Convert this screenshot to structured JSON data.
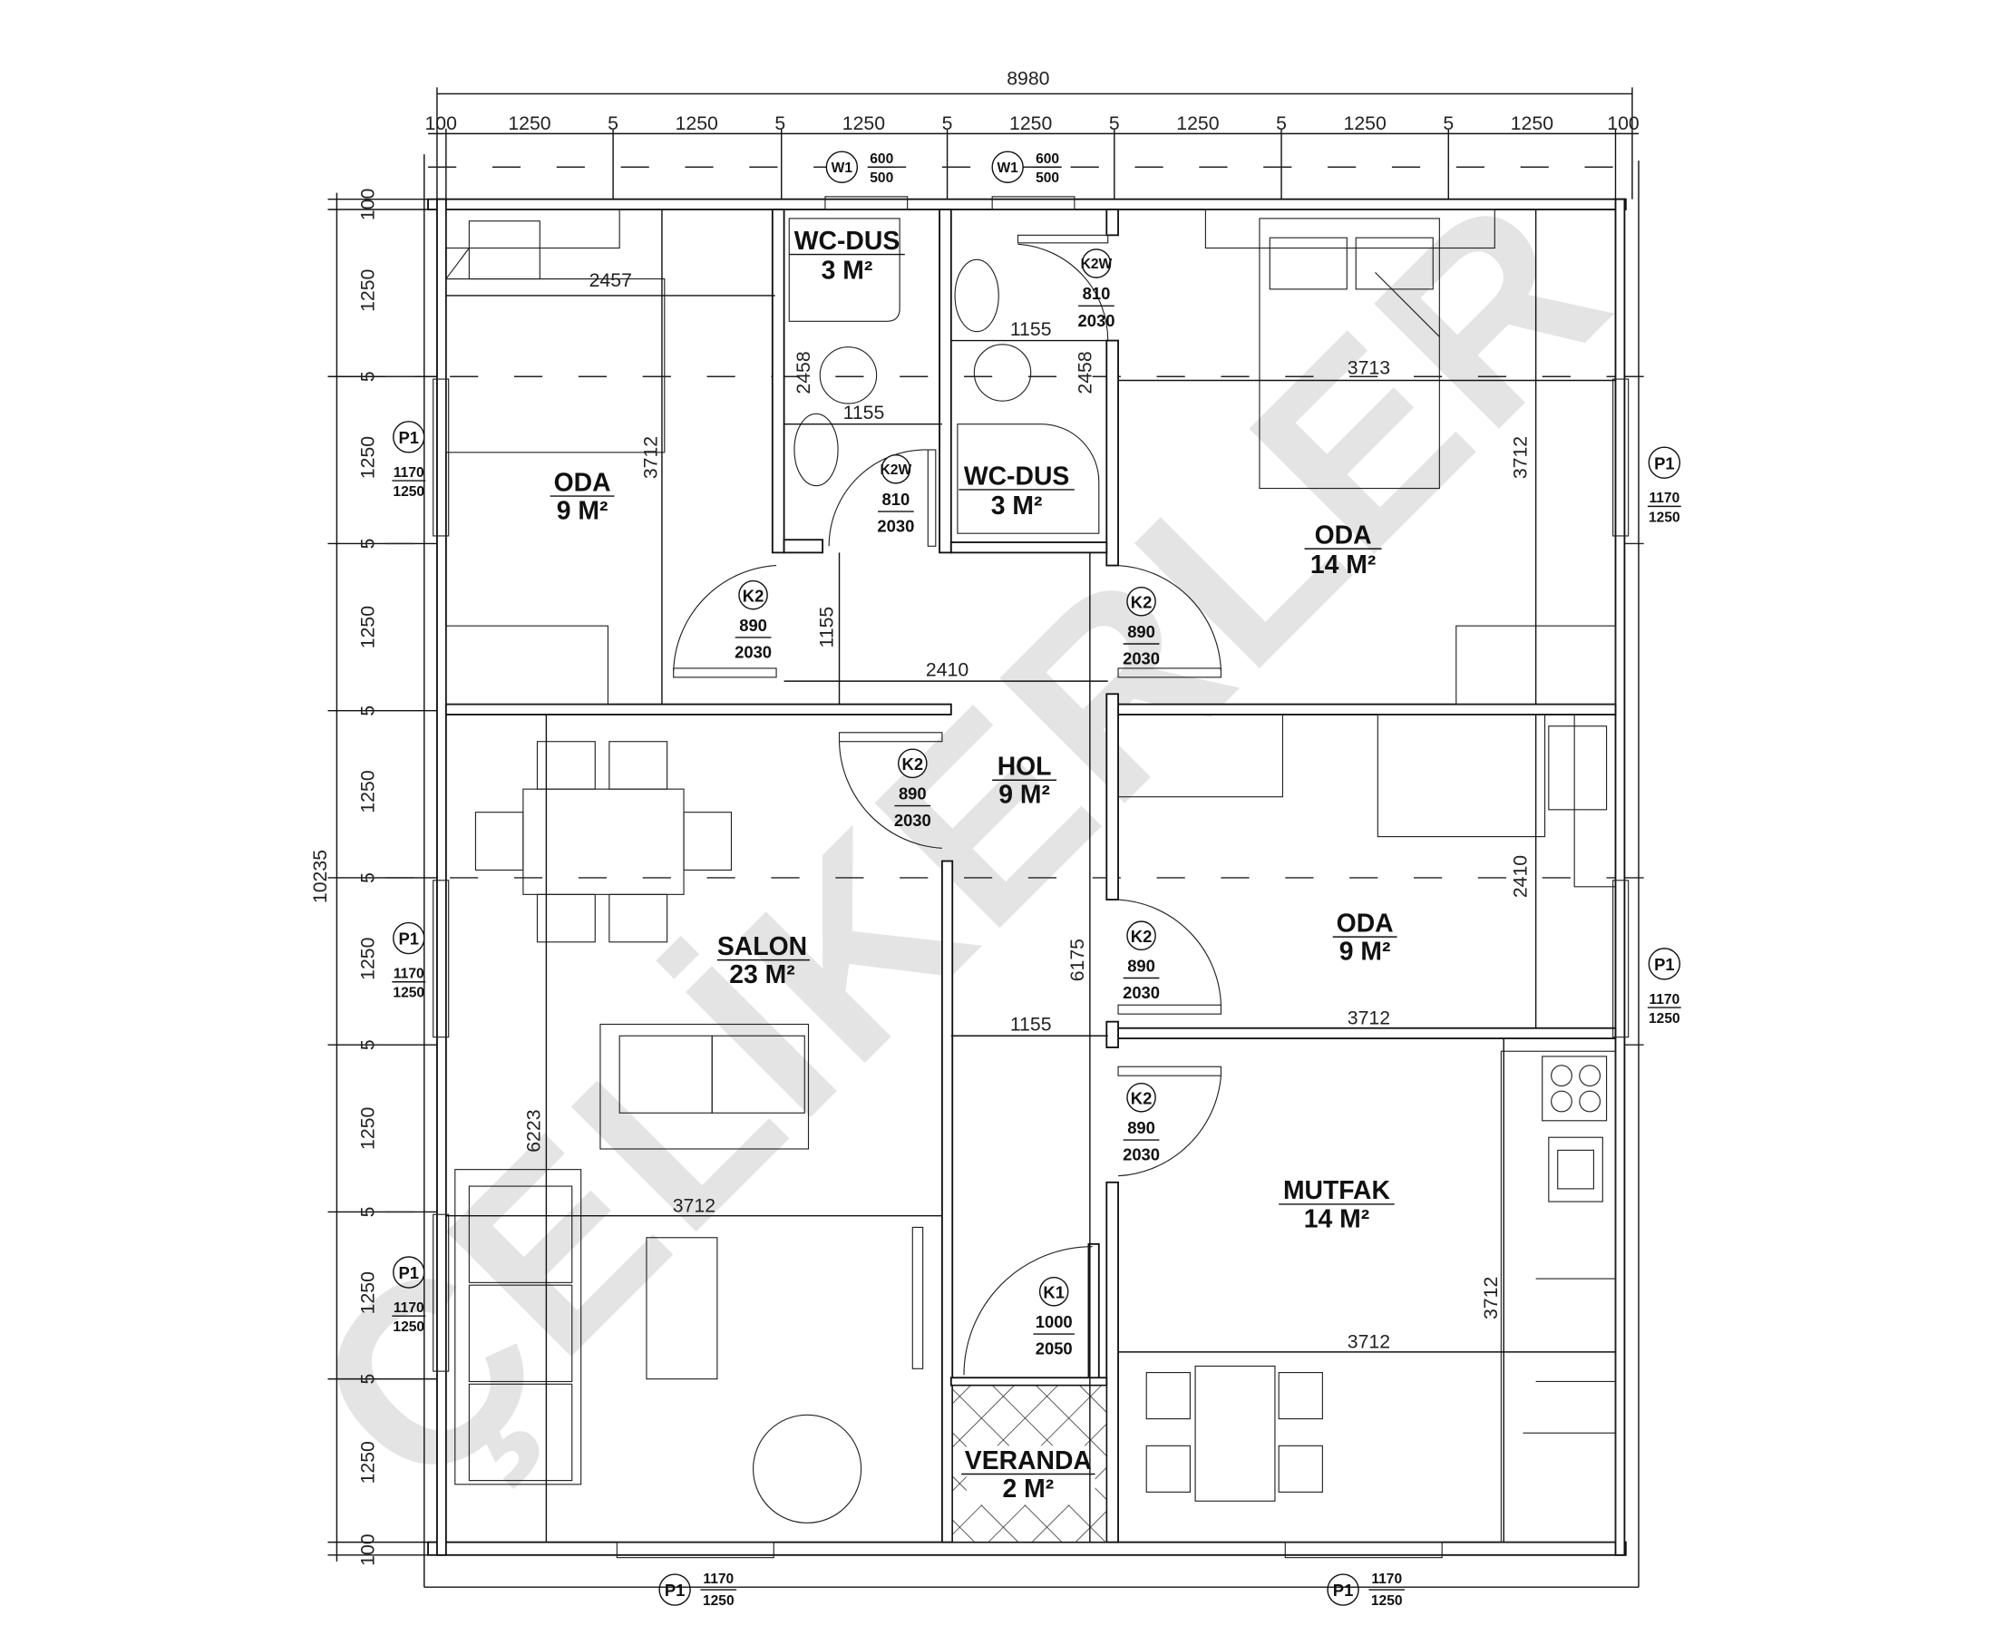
{
  "watermark": "ÇELİKERLER",
  "dims": {
    "overall_width": "8980",
    "overall_height": "10235",
    "top": [
      "100",
      "1250",
      "5",
      "1250",
      "5",
      "1250",
      "5",
      "1250",
      "5",
      "1250",
      "5",
      "1250",
      "5",
      "1250",
      "100"
    ],
    "left": [
      "100",
      "1250",
      "5",
      "1250",
      "5",
      "1250",
      "5",
      "1250",
      "5",
      "1250",
      "5",
      "1250",
      "5",
      "1250",
      "5",
      "1250",
      "100"
    ],
    "interior": [
      "2457",
      "3712",
      "2458",
      "1155",
      "1155",
      "2458",
      "3713",
      "3712",
      "1155",
      "2410",
      "6175",
      "1155",
      "2410",
      "3712",
      "6223",
      "3712",
      "3712",
      "3712"
    ]
  },
  "rooms": [
    {
      "name": "ODA",
      "area": "9 M²"
    },
    {
      "name": "WC-DUS",
      "area": "3 M²"
    },
    {
      "name": "WC-DUS",
      "area": "3 M²"
    },
    {
      "name": "ODA",
      "area": "14 M²"
    },
    {
      "name": "HOL",
      "area": "9 M²"
    },
    {
      "name": "SALON",
      "area": "23 M²"
    },
    {
      "name": "ODA",
      "area": "9 M²"
    },
    {
      "name": "MUTFAK",
      "area": "14 M²"
    },
    {
      "name": "VERANDA",
      "area": "2 M²"
    }
  ],
  "windows": {
    "P1": {
      "code": "P1",
      "w": "1170",
      "h": "1250"
    },
    "W1": {
      "code": "W1",
      "w": "600",
      "h": "500"
    }
  },
  "doors": {
    "K2W": {
      "code": "K2W",
      "w": "810",
      "h": "2030"
    },
    "K2": {
      "code": "K2",
      "w": "890",
      "h": "2030"
    },
    "K1": {
      "code": "K1",
      "w": "1000",
      "h": "2050"
    }
  }
}
